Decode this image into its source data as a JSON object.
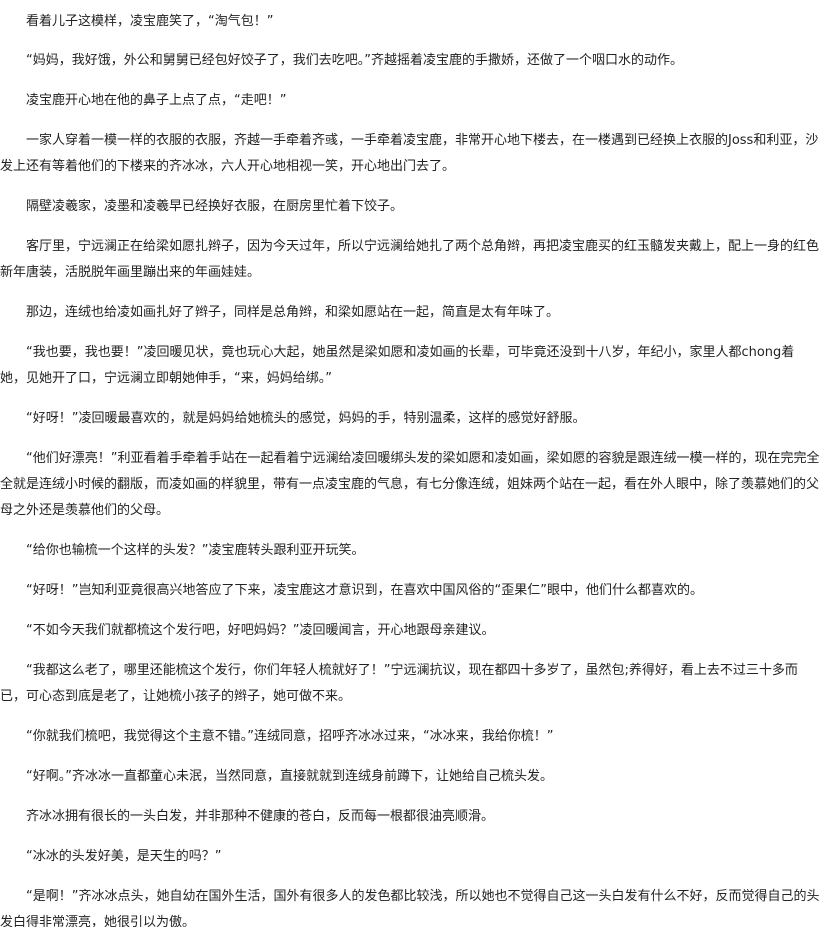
{
  "document": {
    "paragraphs": [
      "看着儿子这模样，凌宝鹿笑了，“淘气包！”",
      "“妈妈，我好饿，外公和舅舅已经包好饺子了，我们去吃吧。”齐越摇着凌宝鹿的手撒娇，还做了一个咽口水的动作。",
      "凌宝鹿开心地在他的鼻子上点了点，“走吧！”",
      "一家人穿着一模一样的衣服的衣服，齐越一手牵着齐彧，一手牵着凌宝鹿，非常开心地下楼去，在一楼遇到已经换上衣服的Joss和利亚，沙发上还有等着他们的下楼来的齐冰冰，六人开心地相视一笑，开心地出门去了。",
      "隔壁凌羲家，凌墨和凌羲早已经换好衣服，在厨房里忙着下饺子。",
      "客厅里，宁远澜正在给梁如愿扎辫子，因为今天过年，所以宁远澜给她扎了两个总角辫，再把凌宝鹿买的红玉髓发夹戴上，配上一身的红色新年唐装，活脱脱年画里蹦出来的年画娃娃。",
      "那边，连绒也给凌如画扎好了辫子，同样是总角辫，和梁如愿站在一起，简直是太有年味了。",
      "“我也要，我也要！”凌回暖见状，竟也玩心大起，她虽然是梁如愿和凌如画的长辈，可毕竟还没到十八岁，年纪小，家里人都chong着她，见她开了口，宁远澜立即朝她伸手，“来，妈妈给绑。”",
      "“好呀！”凌回暖最喜欢的，就是妈妈给她梳头的感觉，妈妈的手，特别温柔，这样的感觉好舒服。",
      "“他们好漂亮！”利亚看着手牵着手站在一起看着宁远澜给凌回暖绑头发的梁如愿和凌如画，梁如愿的容貌是跟连绒一模一样的，现在完完全全就是连绒小时候的翻版，而凌如画的样貌里，带有一点凌宝鹿的气息，有七分像连绒，姐妹两个站在一起，看在外人眼中，除了羡慕她们的父母之外还是羡慕他们的父母。",
      "“给你也输梳一个这样的头发？”凌宝鹿转头跟利亚开玩笑。",
      "“好呀！”岂知利亚竟很高兴地答应了下来，凌宝鹿这才意识到，在喜欢中国风俗的“歪果仁”眼中，他们什么都喜欢的。",
      "“不如今天我们就都梳这个发行吧，好吧妈妈？”凌回暖闻言，开心地跟母亲建议。",
      "“我都这么老了，哪里还能梳这个发行，你们年轻人梳就好了！”宁远澜抗议，现在都四十多岁了，虽然包;养得好，看上去不过三十多而已，可心态到底是老了，让她梳小孩子的辫子，她可做不来。",
      "“你就我们梳吧，我觉得这个主意不错。”连绒同意，招呼齐冰冰过来，“冰冰来，我给你梳！”",
      "“好啊。”齐冰冰一直都童心未泯，当然同意，直接就就到连绒身前蹲下，让她给自己梳头发。",
      "齐冰冰拥有很长的一头白发，并非那种不健康的苍白，反而每一根都很油亮顺滑。",
      "“冰冰的头发好美，是天生的吗？”",
      "“是啊！”齐冰冰点头，她自幼在国外生活，国外有很多人的发色都比较浅，所以她也不觉得自己这一头白发有什么不好，反而觉得自己的头发白得非常漂亮，她很引以为傲。"
    ]
  }
}
